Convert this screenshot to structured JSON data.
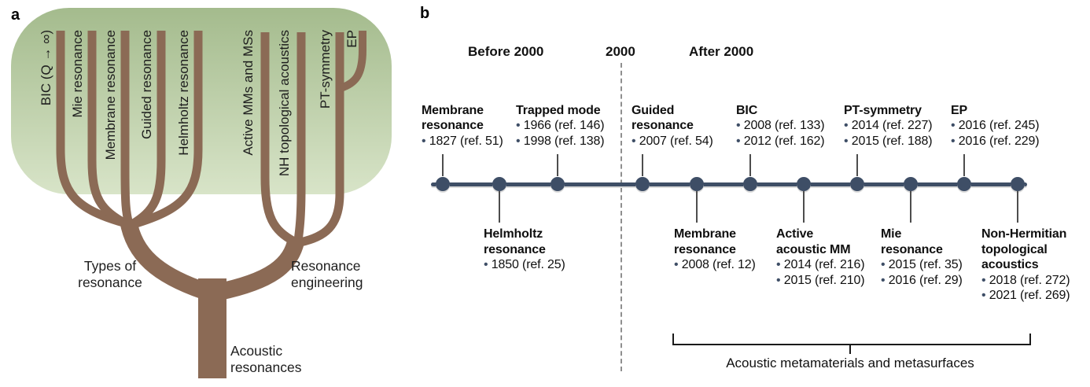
{
  "panel_a": {
    "label": "a",
    "branch_labels_left": [
      "BIC (Q → ∞)",
      "Mie resonance",
      "Membrane resonance",
      "Guided resonance",
      "Helmholtz resonance"
    ],
    "branch_labels_right": [
      "Active MMs and MSs",
      "NH topological acoustics",
      "PT-symmetry",
      "EP"
    ],
    "left_group_lines": [
      "Types of",
      "resonance"
    ],
    "right_group_lines": [
      "Resonance",
      "engineering"
    ],
    "root_lines": [
      "Acoustic",
      "resonances"
    ]
  },
  "panel_b": {
    "label": "b",
    "header_before": "Before 2000",
    "header_year": "2000",
    "header_after": "After 2000",
    "events": [
      {
        "name_lines": [
          "Membrane",
          "resonance"
        ],
        "entries": [
          "1827 (ref. 51)"
        ]
      },
      {
        "name_lines": [
          "Helmholtz",
          "resonance"
        ],
        "entries": [
          "1850 (ref. 25)"
        ]
      },
      {
        "name_lines": [
          "Trapped mode"
        ],
        "entries": [
          "1966 (ref. 146)",
          "1998 (ref. 138)"
        ]
      },
      {
        "name_lines": [
          "Guided",
          "resonance"
        ],
        "entries": [
          "2007 (ref. 54)"
        ]
      },
      {
        "name_lines": [
          "Membrane",
          "resonance"
        ],
        "entries": [
          "2008 (ref. 12)"
        ]
      },
      {
        "name_lines": [
          "BIC"
        ],
        "entries": [
          "2008 (ref. 133)",
          "2012 (ref. 162)"
        ]
      },
      {
        "name_lines": [
          "Active",
          "acoustic MM"
        ],
        "entries": [
          "2014 (ref. 216)",
          "2015 (ref. 210)"
        ]
      },
      {
        "name_lines": [
          "PT-symmetry"
        ],
        "entries": [
          "2014 (ref. 227)",
          "2015 (ref. 188)"
        ]
      },
      {
        "name_lines": [
          "Mie",
          "resonance"
        ],
        "entries": [
          "2015 (ref. 35)",
          "2016 (ref. 29)"
        ]
      },
      {
        "name_lines": [
          "EP"
        ],
        "entries": [
          "2016 (ref. 245)",
          "2016 (ref. 229)"
        ]
      },
      {
        "name_lines": [
          "Non-Hermitian",
          "topological",
          "acoustics"
        ],
        "entries": [
          "2018 (ref. 272)",
          "2021 (ref. 269)"
        ]
      }
    ],
    "bracket_label": "Acoustic metamaterials and metasurfaces"
  },
  "colors": {
    "canopy_top": "#a4bb8d",
    "canopy_bottom": "#d8e4c8",
    "tree_brown": "#8b6a55",
    "timeline_slate": "#3e4e66",
    "divider_gray": "#8f8f8f"
  }
}
